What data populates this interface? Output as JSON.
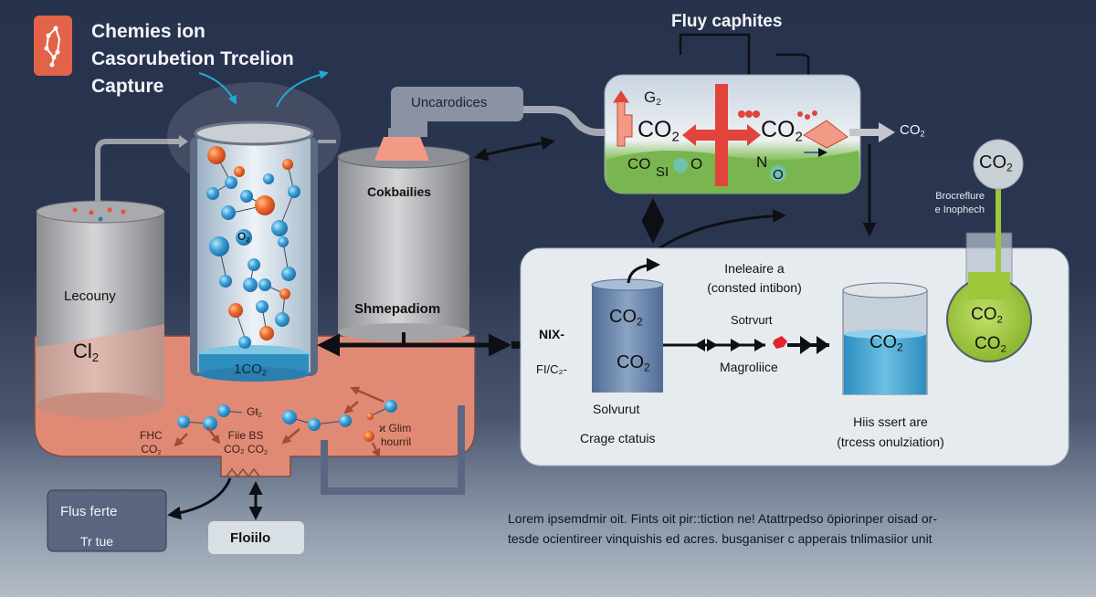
{
  "header": {
    "title_lines": [
      "Chemies ion",
      "Casorubetion Trcelion",
      "Capture"
    ],
    "logo_icon": "molecule-chain-icon",
    "logo_color": "#e3634a"
  },
  "top_right_title": "Fluy caphites",
  "absorber": {
    "bottom_label": "1CO",
    "bottom_sub": "2",
    "molecule_label": "O",
    "molecule_sub": "2"
  },
  "left_tank": {
    "name": "Lecouny",
    "formula": "Cl",
    "formula_sub": "2"
  },
  "middle_tank": {
    "top_label": "Cokbailies",
    "bottom_label": "Shmepadiom",
    "pipe_label": "Uncarodices"
  },
  "reactor_panel": {
    "labels": [
      {
        "main": "G",
        "sub": "2"
      },
      {
        "main": "CO",
        "sub": "2"
      },
      {
        "main": "CO",
        "sub": "2"
      },
      {
        "main": "CO",
        "sub": ""
      },
      {
        "main": "SI",
        "sub": ""
      },
      {
        "main": "O",
        "sub": ""
      },
      {
        "main": "N",
        "sub": ""
      },
      {
        "main": "O",
        "sub": ""
      }
    ],
    "output_label": "CO",
    "output_sub": "2"
  },
  "base_basin": {
    "labels": [
      {
        "line1": "FHC",
        "line2": "CO",
        "sub": "2"
      },
      {
        "line1": "Fiie BS",
        "line2": "CO₂ CO",
        "sub": "2"
      },
      {
        "line1": "Gŧ",
        "line2": "",
        "sub": "2"
      },
      {
        "line1": "ϰ Glim",
        "line2": "hourril",
        "sub": ""
      }
    ]
  },
  "bottom_boxes": {
    "left": {
      "line1": "Flus ferte",
      "line2": "Tr tue"
    },
    "middle": {
      "label": "Floiilo"
    }
  },
  "process_panel": {
    "inlet_label_1": "NIX-",
    "inlet_label_2": "FI/C₂-",
    "tank1": {
      "top": "CO",
      "top_sub": "2",
      "bottom": "CO",
      "bottom_sub": "2",
      "name": "Solvurut",
      "status": "Crage ctatuis"
    },
    "note_line1": "Ineleaire a",
    "note_line2": "(consted intibon)",
    "arrow_top_label": "Sotrvurt",
    "arrow_bottom_label": "Magroliice",
    "tank2": {
      "label": "CO",
      "sub": "2",
      "caption_1": "Hiis ssert are",
      "caption_2": "(trcess onulziation)"
    },
    "flask": {
      "line1": "CO",
      "line1_sub": "2",
      "line2": "CO",
      "line2_sub": "2"
    }
  },
  "balloon": {
    "label": "CO",
    "sub": "2",
    "caption_1": "Brocreflure",
    "caption_2": "e Inophech"
  },
  "footer_text": {
    "line1": "Lorem ipsemdmir oit. Fints oit pir::tiction ne! Atattrpedso öpiorinper oisad or-",
    "line2": "tesde ocientireer vinquishis ed acres. busganiser c apperais tnlimasiior unit"
  },
  "colors": {
    "background": "#27334d",
    "basin": "#e08a76",
    "tank_gray": "#b9b9bb",
    "water": "#3ea0cc",
    "flask_green": "#9cc73a",
    "arrow_red": "#e0443a",
    "panel_light": "#e6ebef"
  }
}
